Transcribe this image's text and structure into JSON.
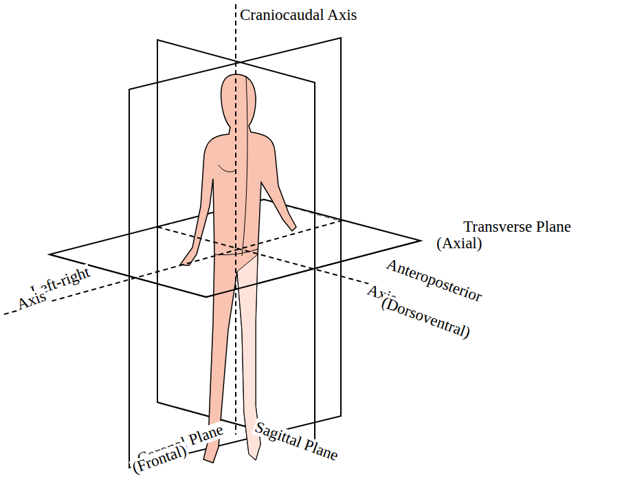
{
  "diagram": {
    "labels": [
      "Craniocaudal Axis",
      "Transverse Plane",
      "(Axial)",
      "Left-right",
      "Axis",
      "Anteroposterior",
      "Axis",
      "(Dorsoventral)",
      "Coronal Plane",
      "(Frontal)",
      "Sagittal Plane"
    ]
  }
}
